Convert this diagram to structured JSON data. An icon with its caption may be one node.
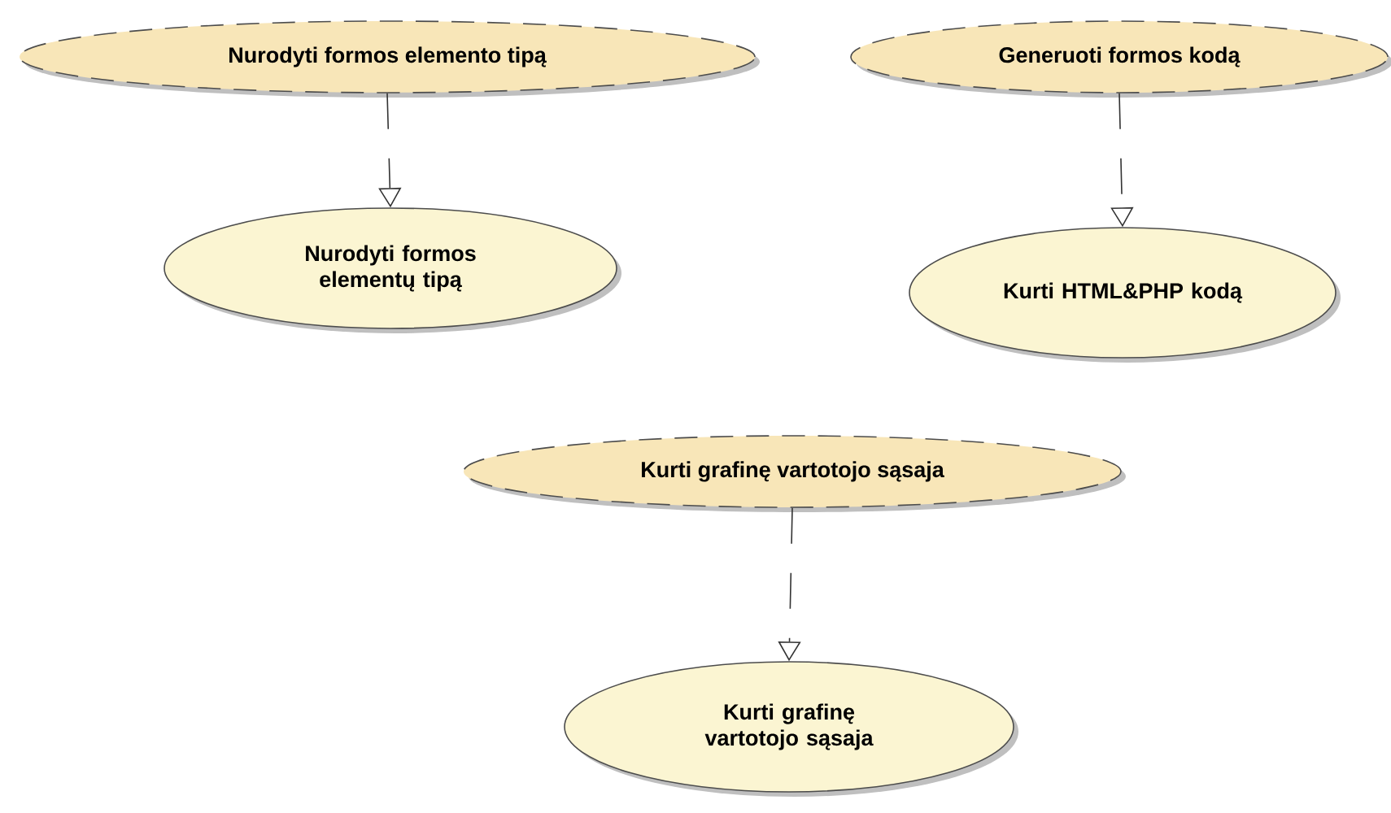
{
  "diagram": {
    "nodes": [
      {
        "text": [
          "Nurodyti formos elemento tipą"
        ]
      },
      {
        "text": [
          "Nurodyti formos elementų tipą"
        ]
      },
      {
        "text": [
          "Generuoti formos kodą"
        ]
      },
      {
        "text": [
          "Kurti HTML&PHP kodą"
        ]
      },
      {
        "text": [
          "Kurti grafinę vartotojo sąsaja"
        ]
      },
      {
        "text": [
          "Kurti grafinę vartotojo sąsaja"
        ]
      }
    ],
    "edges": [
      {
        "from": 0,
        "to": 1,
        "arrow": "to",
        "style": "dashed"
      },
      {
        "from": 2,
        "to": 3,
        "arrow": "to",
        "style": "dashed"
      },
      {
        "from": 4,
        "to": 5,
        "arrow": "to",
        "style": "dashed"
      }
    ]
  }
}
